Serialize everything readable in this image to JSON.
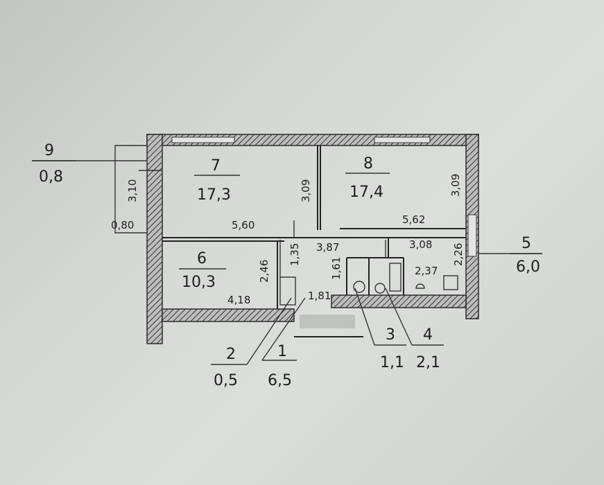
{
  "rooms": [
    {
      "number": "7",
      "area": "17,3"
    },
    {
      "number": "8",
      "area": "17,4"
    },
    {
      "number": "6",
      "area": "10,3"
    },
    {
      "number": "9",
      "area": "0,8"
    },
    {
      "number": "5",
      "area": "6,0"
    },
    {
      "number": "2",
      "area": "0,5"
    },
    {
      "number": "1",
      "area": "6,5"
    },
    {
      "number": "3",
      "area": "1,1"
    },
    {
      "number": "4",
      "area": "2,1"
    }
  ],
  "dimensions": {
    "room7_height": "3,09",
    "room8_height": "3,09",
    "room7_width": "5,60",
    "room8_width": "5,62",
    "balcony_height": "3,10",
    "balcony_width": "0,80",
    "room6_width": "4,18",
    "room6_height": "2,46",
    "corridor_a": "1,35",
    "corridor_width": "3,87",
    "corridor_height": "1,61",
    "hall_width": "1,81",
    "kitchen_width": "3,08",
    "kitchen_inner": "2,37",
    "kitchen_height": "2,26"
  },
  "colors": {
    "paper": "#d6d8d6",
    "ink": "#222222"
  }
}
